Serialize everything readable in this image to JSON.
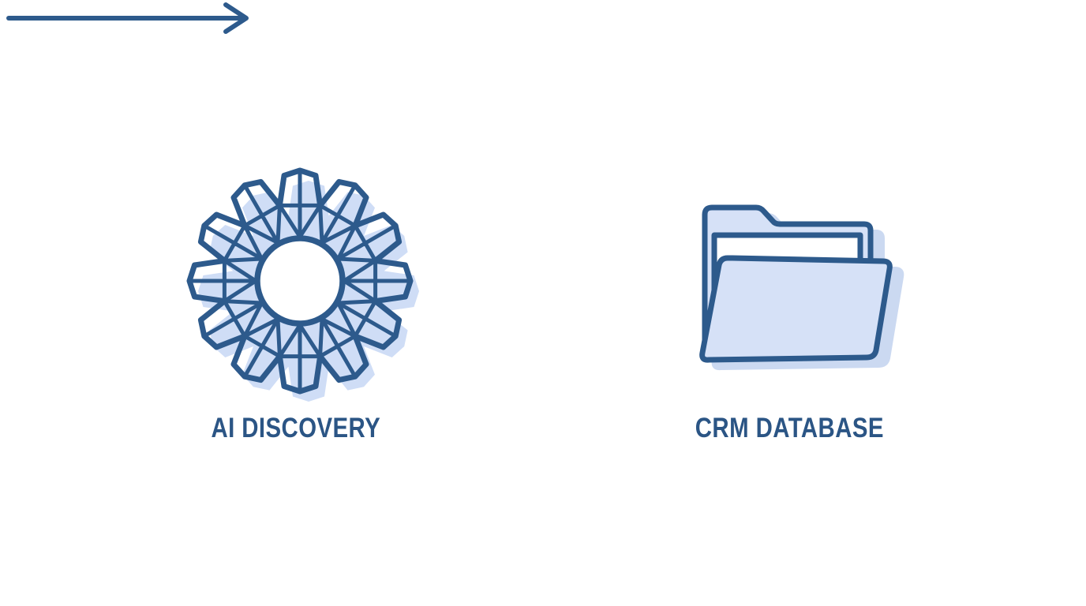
{
  "diagram": {
    "nodes": [
      {
        "id": "ai-discovery",
        "label": "AI DISCOVERY",
        "icon": "gear-mesh-icon"
      },
      {
        "id": "crm-database",
        "label": "CRM DATABASE",
        "icon": "open-folder-icon"
      }
    ],
    "connector": {
      "type": "arrow",
      "direction": "left-to-right",
      "from": "ai-discovery",
      "to": "crm-database"
    },
    "colors": {
      "line": "#2d5a8c",
      "light_fill": "#d6e1f7",
      "shadow_fill": "#cbd9f1",
      "text": "#2b5585",
      "background": "#ffffff"
    }
  }
}
